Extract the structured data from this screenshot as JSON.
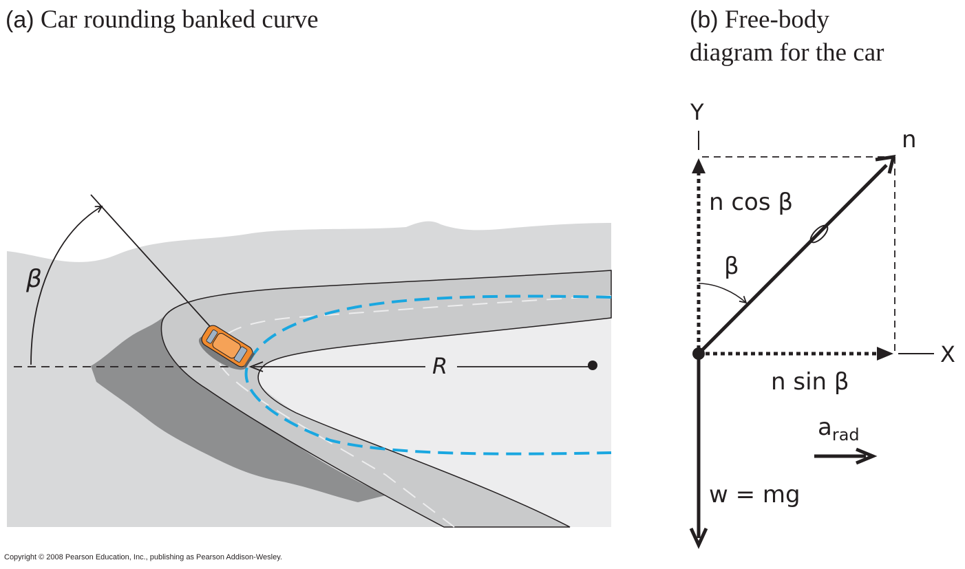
{
  "panel_a": {
    "tag": "(a)",
    "title": "Car rounding banked curve",
    "label_angle": "β",
    "label_radius": "R"
  },
  "panel_b": {
    "tag": "(b)",
    "title_line1": "Free-body",
    "title_line2": "diagram for the car",
    "axis_y": "Y",
    "axis_x": "X",
    "label_n": "n",
    "label_ncos": "n cos β",
    "label_nsin": "n sin β",
    "label_beta": "β",
    "label_weight": "w = mg",
    "label_arad_main": "a",
    "label_arad_sub": "rad"
  },
  "copyright": "Copyright © 2008 Pearson Education, Inc., publishing as Pearson Addison-Wesley.",
  "colors": {
    "ink": "#231f20",
    "ground": "#d8d9da",
    "road": "#c9cacb",
    "shadow": "#8e8f90",
    "path_blue": "#1aa7e0",
    "car": "#f08a2e"
  }
}
